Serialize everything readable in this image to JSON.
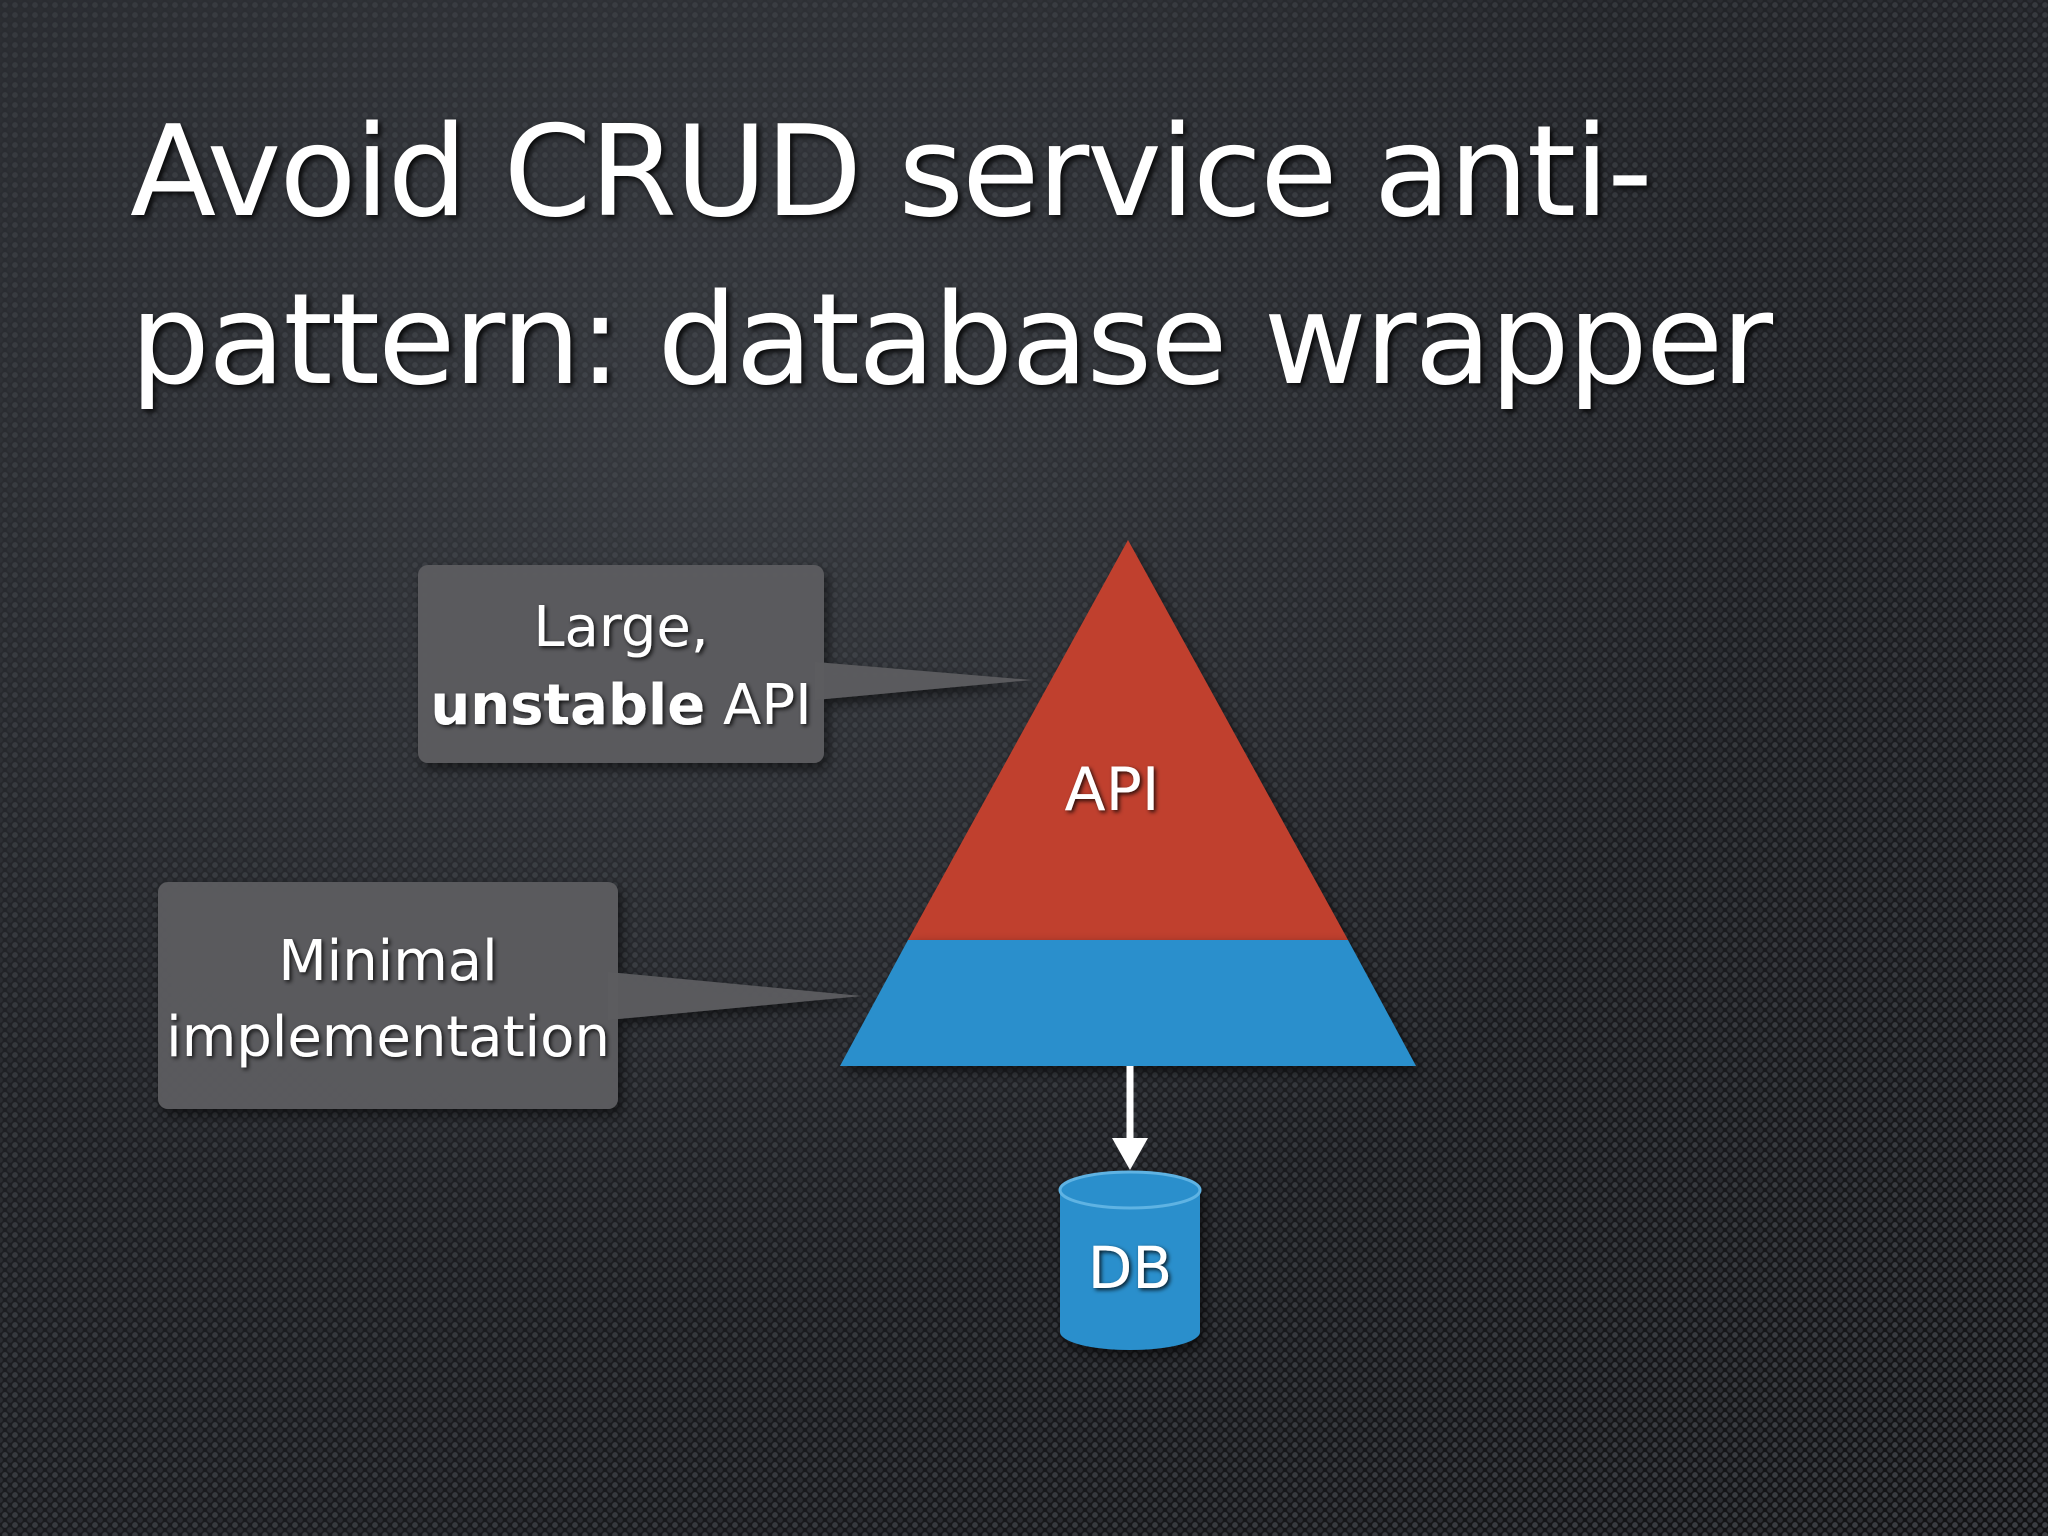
{
  "slide": {
    "title_lines": [
      "Avoid CRUD service anti-",
      "pattern: database wrapper"
    ]
  },
  "diagram": {
    "api_layer_label": "API",
    "db_label": "DB",
    "callout_api": {
      "line1": "Large,",
      "line2_bold": "unstable",
      "line2_rest": " API"
    },
    "callout_impl": {
      "line1": "Minimal",
      "line2": "implementation"
    },
    "colors": {
      "api_layer": "#c0412f",
      "implementation_layer": "#2a8fcc",
      "database": "#2a8fcc",
      "callout_box": "#5c5d60",
      "arrow": "#ffffff"
    }
  }
}
